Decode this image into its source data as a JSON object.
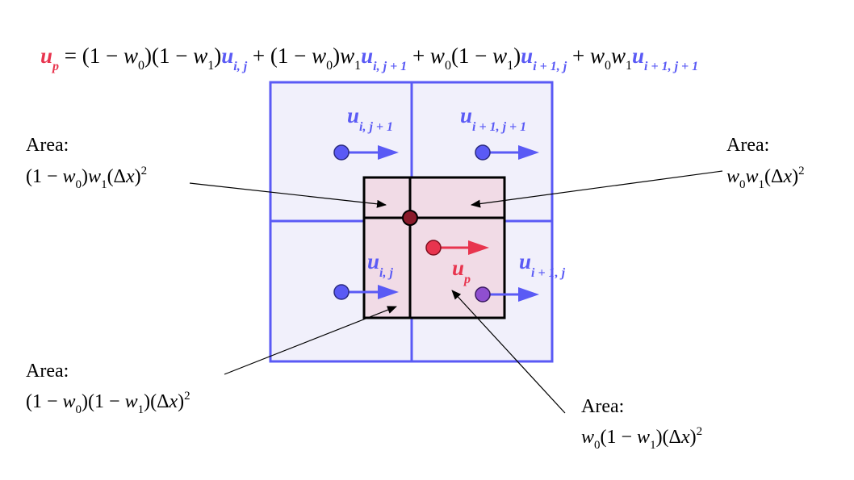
{
  "formula": {
    "lhs": "u",
    "lhs_sub": "p",
    "eq": " = (1 − ",
    "w": "w",
    "s0": "0",
    "s1": "1",
    "mid1": ")(1 − ",
    "close": ")",
    "plus_open": " + (1 − ",
    "plus": " + ",
    "open_1_minus": "(1 − ",
    "u": "u",
    "sub_ij": "i, j",
    "sub_ij1": "i, j + 1",
    "sub_i1j": "i + 1, j",
    "sub_i1j1": "i + 1, j + 1"
  },
  "velocity_labels": {
    "u_ij1": {
      "base": "u",
      "sub": "i, j + 1"
    },
    "u_i1j1": {
      "base": "u",
      "sub": "i + 1, j + 1"
    },
    "u_ij": {
      "base": "u",
      "sub": "i, j"
    },
    "u_i1j": {
      "base": "u",
      "sub": "i + 1, j"
    },
    "u_p": {
      "base": "u",
      "sub": "p"
    }
  },
  "area_labels": {
    "top_left": {
      "title": "Area:",
      "open": "(1 − ",
      "w0": "w",
      "s0": "0",
      "mid": ")",
      "w1": "w",
      "s1": "1",
      "tail": "(Δ",
      "x": "x",
      "end": ")",
      "sq": "2"
    },
    "top_right": {
      "title": "Area:",
      "w0": "w",
      "s0": "0",
      "w1": "w",
      "s1": "1",
      "tail": "(Δ",
      "x": "x",
      "end": ")",
      "sq": "2"
    },
    "bottom_left": {
      "title": "Area:",
      "open": "(1 − ",
      "w0": "w",
      "s0": "0",
      "mid": ")(1 − ",
      "w1": "w",
      "s1": "1",
      "tail": ")(Δ",
      "x": "x",
      "end": ")",
      "sq": "2"
    },
    "bottom_right": {
      "title": "Area:",
      "w0": "w",
      "s0": "0",
      "mid": "(1 − ",
      "w1": "w",
      "s1": "1",
      "tail": ")(Δ",
      "x": "x",
      "end": ")",
      "sq": "2"
    }
  },
  "colors": {
    "grid_blue": "#5a5af5",
    "cell_fill": "#f1f0fb",
    "area_fill": "#f1dbe6",
    "particle_red": "#e8344e",
    "sample_purple": "#8f4fd0",
    "black": "#000000"
  }
}
